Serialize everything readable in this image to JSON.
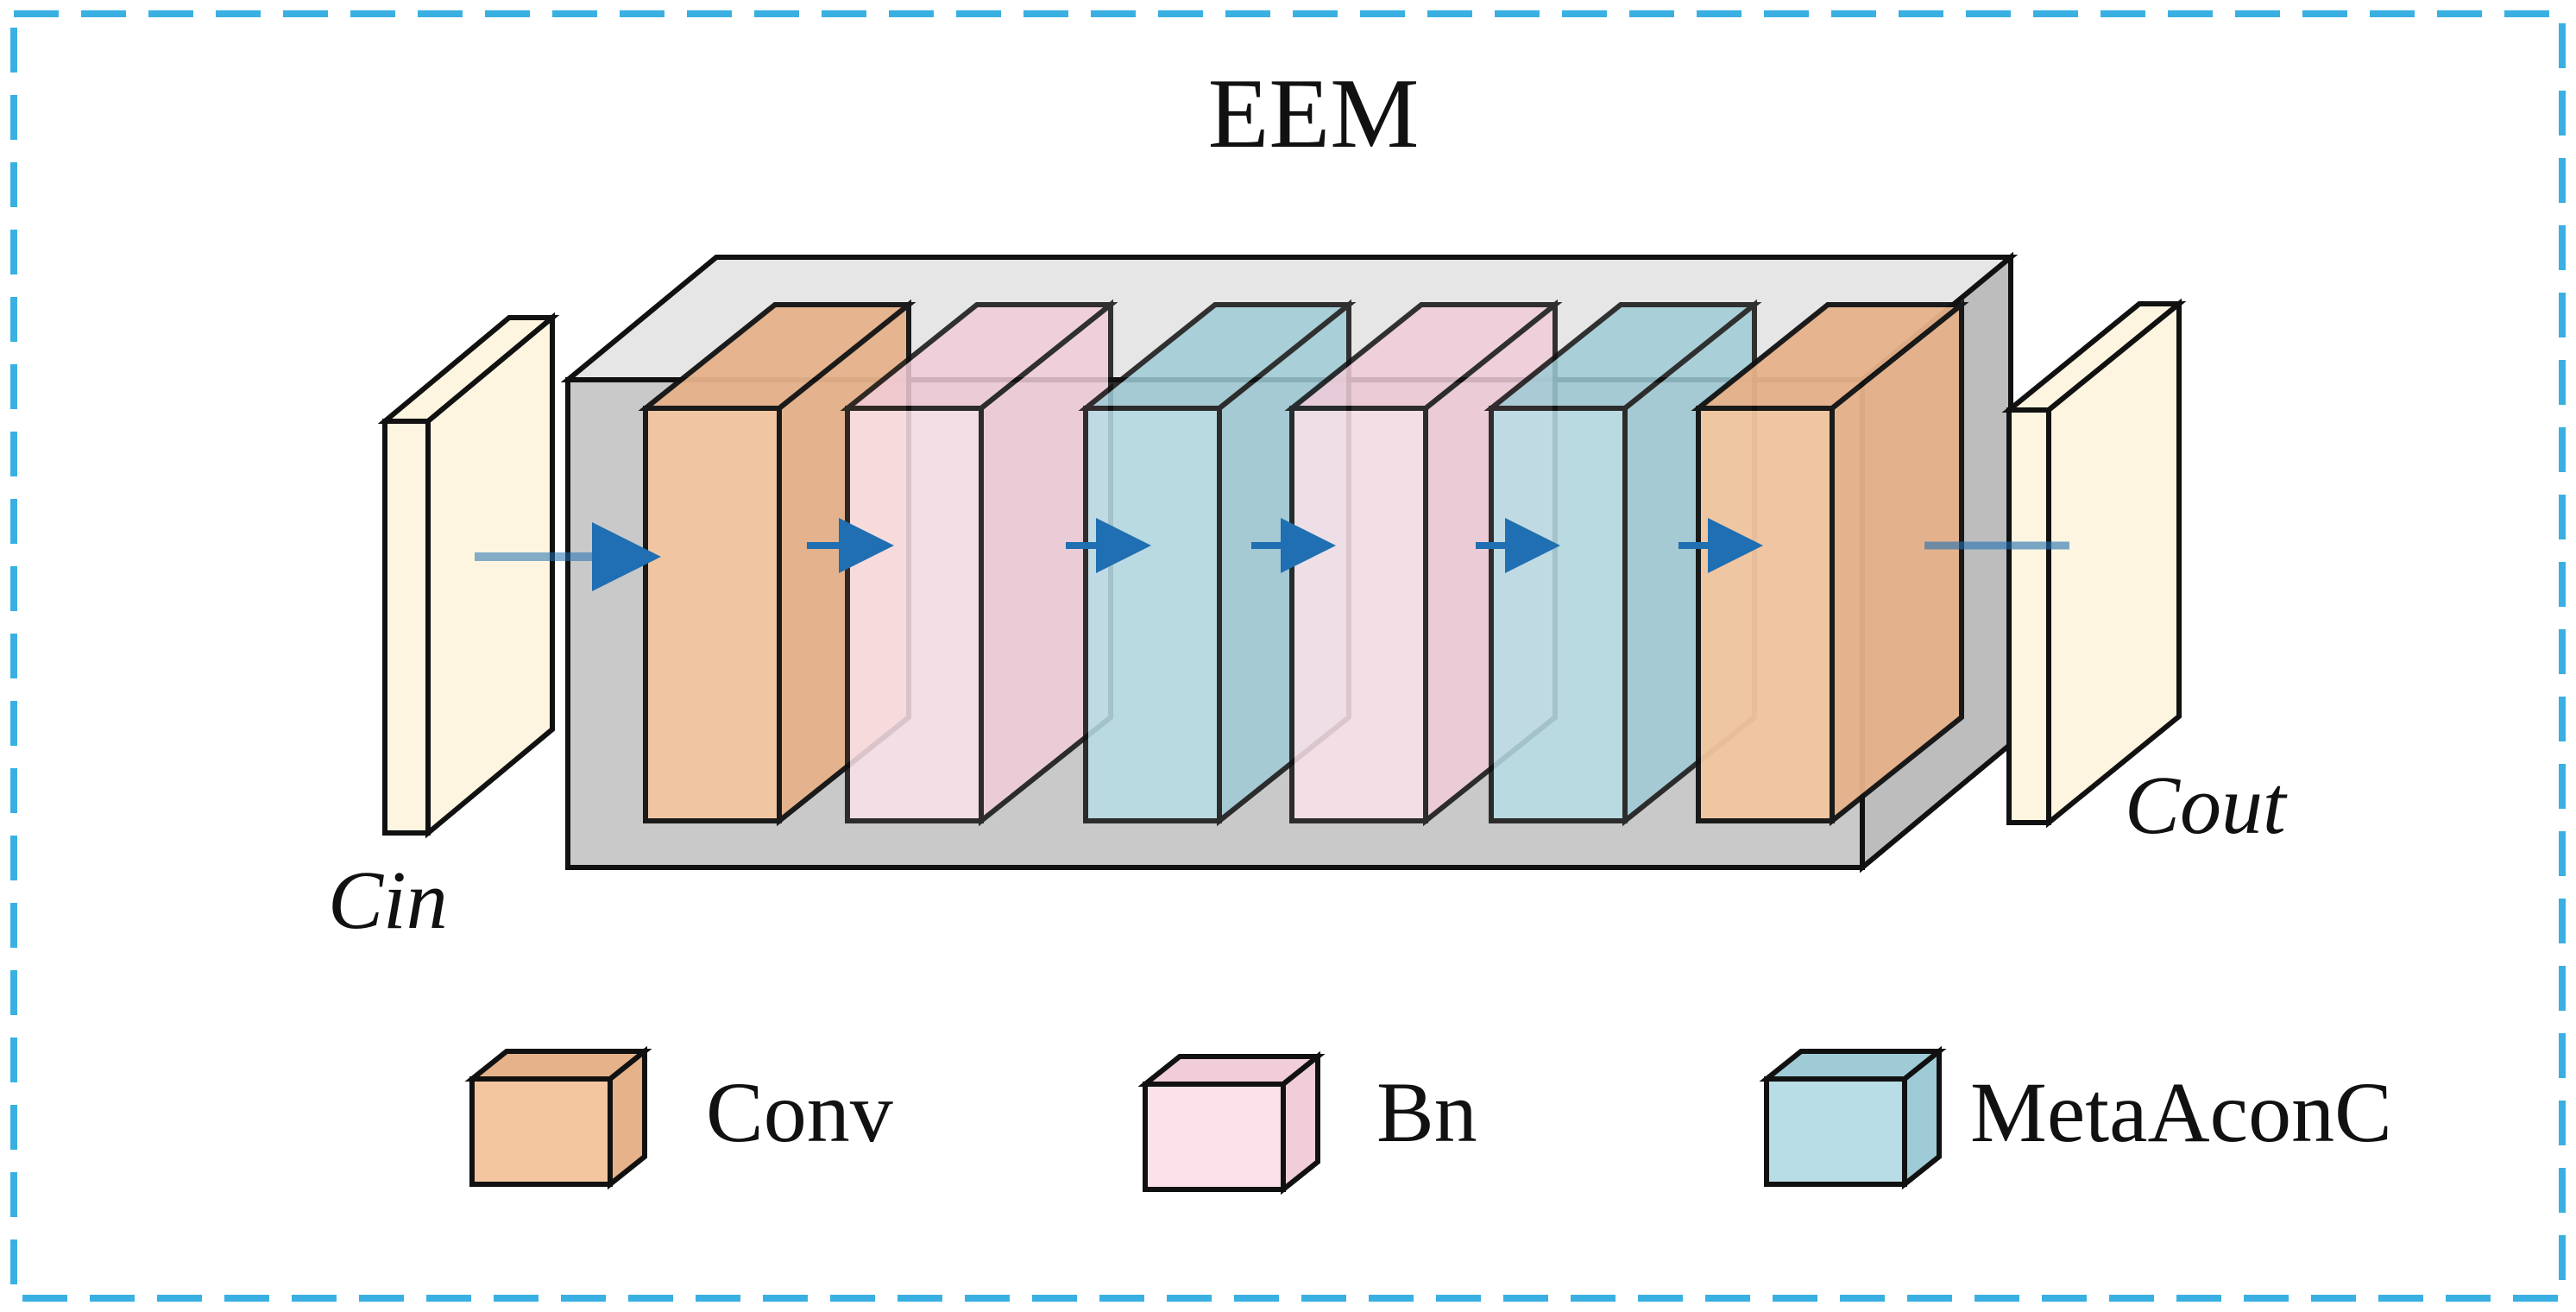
{
  "diagram": {
    "title": "EEM",
    "input_label": "Cin",
    "output_label": "Cout",
    "legend": [
      {
        "label": "Conv",
        "color_front": "#f3c6a0",
        "color_side": "#e6b28a"
      },
      {
        "label": "Bn",
        "color_front": "#fbe2ea",
        "color_side": "#f1cdd9"
      },
      {
        "label": "MetaAconC",
        "color_front": "#b8dde6",
        "color_side": "#9fcbd6"
      }
    ],
    "blocks": [
      "Conv",
      "Bn",
      "MetaAconC",
      "Bn",
      "MetaAconC",
      "Conv"
    ],
    "colors": {
      "border": "#3ab0e2",
      "feature_map": "#fdf5df",
      "container_front": "#c9c9c9",
      "container_top": "#e6e6e6",
      "container_side": "#bdbdbd",
      "arrow": "#1f6fb2"
    }
  }
}
